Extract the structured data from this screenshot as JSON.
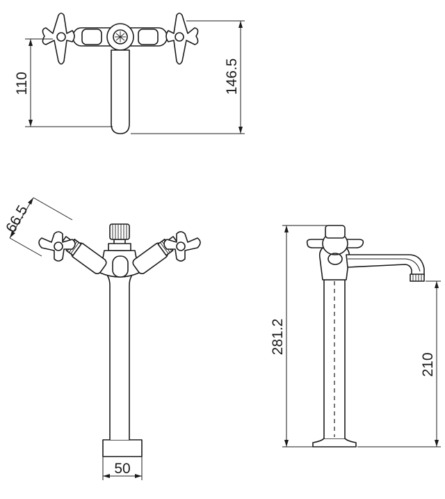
{
  "drawing": {
    "stroke_color": "#1a1a1a",
    "background": "#ffffff",
    "views": {
      "top": {
        "dimensions": {
          "depth": "110",
          "overall_depth": "146.5"
        }
      },
      "front": {
        "dimensions": {
          "handle_size": "66.5",
          "base_width": "50"
        }
      },
      "side": {
        "dimensions": {
          "overall_height": "281.2",
          "spout_height": "210"
        }
      }
    }
  }
}
